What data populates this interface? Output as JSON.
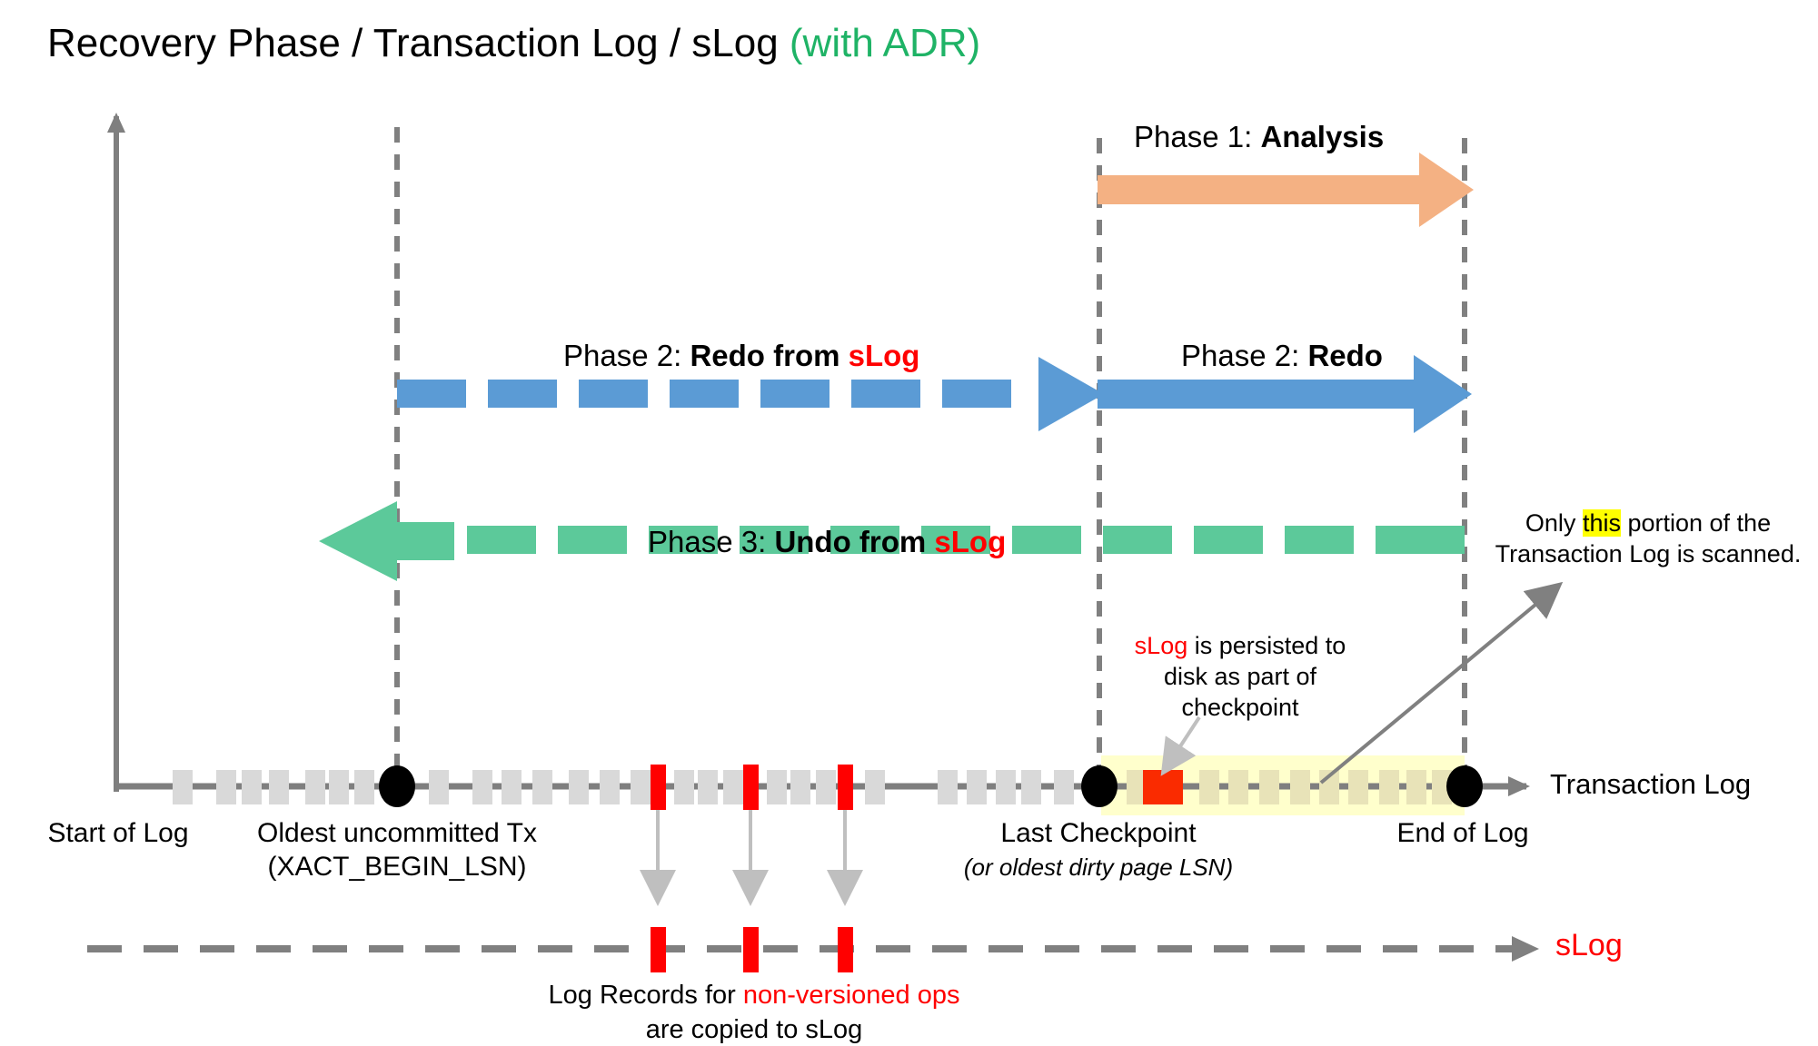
{
  "title": {
    "main": "Recovery Phase / Transaction Log / sLog ",
    "accent": "(with ADR)",
    "accent_color": "#1fb366"
  },
  "phases": [
    {
      "id": "analysis",
      "prefix": "Phase 1: ",
      "name": "Analysis",
      "suffix": "",
      "arrow_color": "#f4b183",
      "direction": "right",
      "style": "solid",
      "from": "Last Checkpoint",
      "to": "End of Log"
    },
    {
      "id": "redo-from-slog",
      "prefix": "Phase 2: ",
      "name": "Redo from ",
      "suffix": "sLog",
      "arrow_color": "#5b9bd5",
      "direction": "right",
      "style": "dashed",
      "from": "Oldest uncommitted Tx",
      "to": "Last Checkpoint"
    },
    {
      "id": "redo",
      "prefix": "Phase 2: ",
      "name": "Redo",
      "suffix": "",
      "arrow_color": "#5b9bd5",
      "direction": "right",
      "style": "solid",
      "from": "Last Checkpoint",
      "to": "End of Log"
    },
    {
      "id": "undo-from-slog",
      "prefix": "Phase 3: ",
      "name": "Undo from ",
      "suffix": "sLog",
      "arrow_color": "#5cc99a",
      "direction": "left",
      "style": "dashed",
      "from": "End of Log",
      "to": "Oldest uncommitted Tx"
    }
  ],
  "timeline": {
    "axis_label": "Transaction Log",
    "start_label": "Start of Log",
    "markers": [
      {
        "id": "oldest-tx",
        "line1": "Oldest uncommitted Tx",
        "line2": "(XACT_BEGIN_LSN)",
        "line2_italic": false
      },
      {
        "id": "last-checkpoint",
        "line1": "Last Checkpoint",
        "line2": "(or oldest dirty page LSN)",
        "line2_italic": true
      },
      {
        "id": "end-of-log",
        "line1": "End of Log",
        "line2": "",
        "line2_italic": false
      }
    ]
  },
  "slog": {
    "axis_label": "sLog",
    "axis_label_color": "#ff0000",
    "caption_pre": "Log Records for ",
    "caption_red": "non-versioned ops",
    "caption_post": "",
    "caption_line2": "are copied to sLog"
  },
  "notes": [
    {
      "id": "slog-persist-note",
      "line1_red": "sLog",
      "line1_rest": " is persisted to",
      "line2": "disk as part of",
      "line3": "checkpoint"
    },
    {
      "id": "scan-portion-note",
      "pre": "Only ",
      "highlight": "this",
      "post": " portion of the",
      "line2": "Transaction Log is scanned."
    }
  ],
  "colors": {
    "orange": "#f4b183",
    "blue": "#5b9bd5",
    "green": "#5cc99a",
    "red": "#ff0000",
    "red_block": "#fa2b00",
    "gray_axis": "#7f7f7f",
    "gray_tick": "#d9d9d9",
    "highlight_band": "#ffffcc",
    "yellow": "#ffff00"
  }
}
